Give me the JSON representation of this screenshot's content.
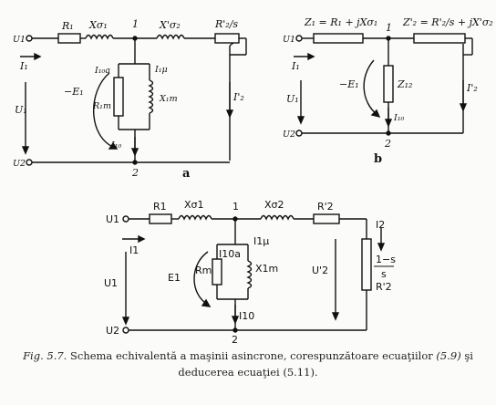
{
  "diagram_a": {
    "sub_label": "a",
    "U1": "U1",
    "U2": "U2",
    "R1": "R₁",
    "Xs1": "Xσ₁",
    "node1": "1",
    "Xs2": "X'σ₂",
    "R2s": "R'₂/s",
    "I1": "I₁",
    "U1v": "U₁",
    "E1": "−E₁",
    "I10a": "I₁₀a",
    "I1mu": "I₁μ",
    "R1m": "R₁m",
    "X1m": "X₁m",
    "I10": "I₁₀",
    "I2p": "I'₂",
    "node2": "2"
  },
  "diagram_b": {
    "sub_label": "b",
    "Z1eq": "Z₁ = R₁ + jXσ₁",
    "Z2eq": "Z'₂ = R'₂/s + jX'σ₂",
    "U1": "U1",
    "U2": "U2",
    "node1": "1",
    "I1": "I₁",
    "U1v": "U₁",
    "E1": "−E₁",
    "Z12": "Z₁₂",
    "I10": "I₁₀",
    "I2p": "I'₂",
    "node2": "2"
  },
  "diagram_c": {
    "R1": "R1",
    "Xs1": "Xσ1",
    "node1": "1",
    "Xs2": "Xσ2",
    "R2p": "R'2",
    "U1": "U1",
    "U2": "U2",
    "I1": "I1",
    "I2": "I2",
    "U1v": "U1",
    "E1": "E1",
    "I10a": "I10a",
    "I1mu": "I1μ",
    "Rm": "Rm",
    "X1m": "X1m",
    "I10": "I10",
    "U2v": "U'2",
    "load_num": "1−s",
    "load_den": "s",
    "load_r": "R'2",
    "node2": "2"
  },
  "caption": {
    "fig": "Fig. 5.7.",
    "text1": " Schema echivalentă a maşinii asincrone, corespunzătoare ecuaţiilor ",
    "eq1": "(5.9)",
    "text2": " şi deducerea ecuaţiei (5.11)."
  }
}
